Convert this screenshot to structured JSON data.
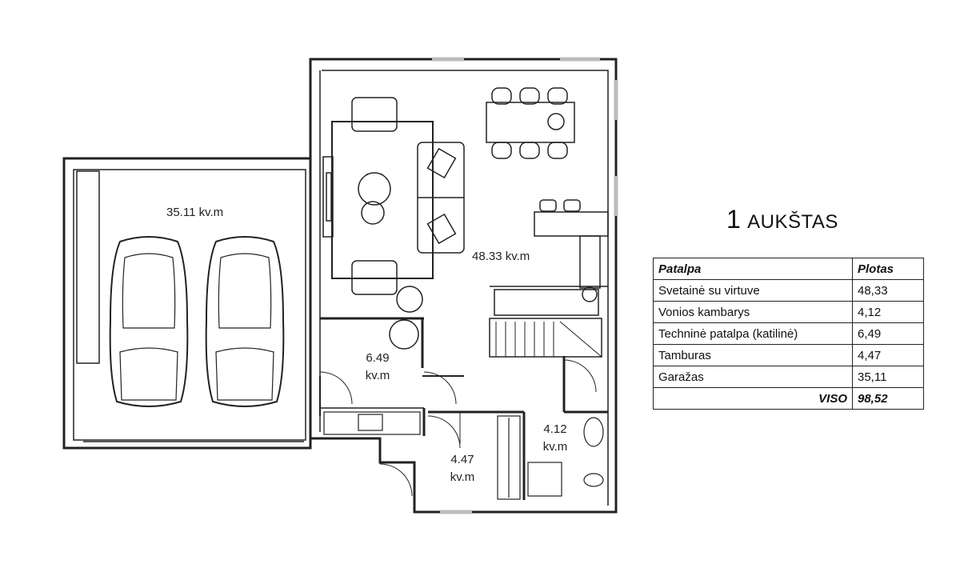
{
  "floor_title": {
    "number": "1",
    "word": "AUKŠTAS"
  },
  "rooms": {
    "garage": "35.11 kv.m",
    "living": "48.33 kv.m",
    "technical_1": "6.49",
    "technical_2": "kv.m",
    "vestibule_1": "4.47",
    "vestibule_2": "kv.m",
    "bath_1": "4.12",
    "bath_2": "kv.m"
  },
  "table": {
    "headers": [
      "Patalpa",
      "Plotas"
    ],
    "rows": [
      [
        "Svetainė su virtuve",
        "48,33"
      ],
      [
        "Vonios kambarys",
        "4,12"
      ],
      [
        "Techninė patalpa (katilinė)",
        "6,49"
      ],
      [
        "Tamburas",
        "4,47"
      ],
      [
        "Garažas",
        "35,11"
      ]
    ],
    "total_label": "VISO",
    "total_value": "98,52"
  }
}
